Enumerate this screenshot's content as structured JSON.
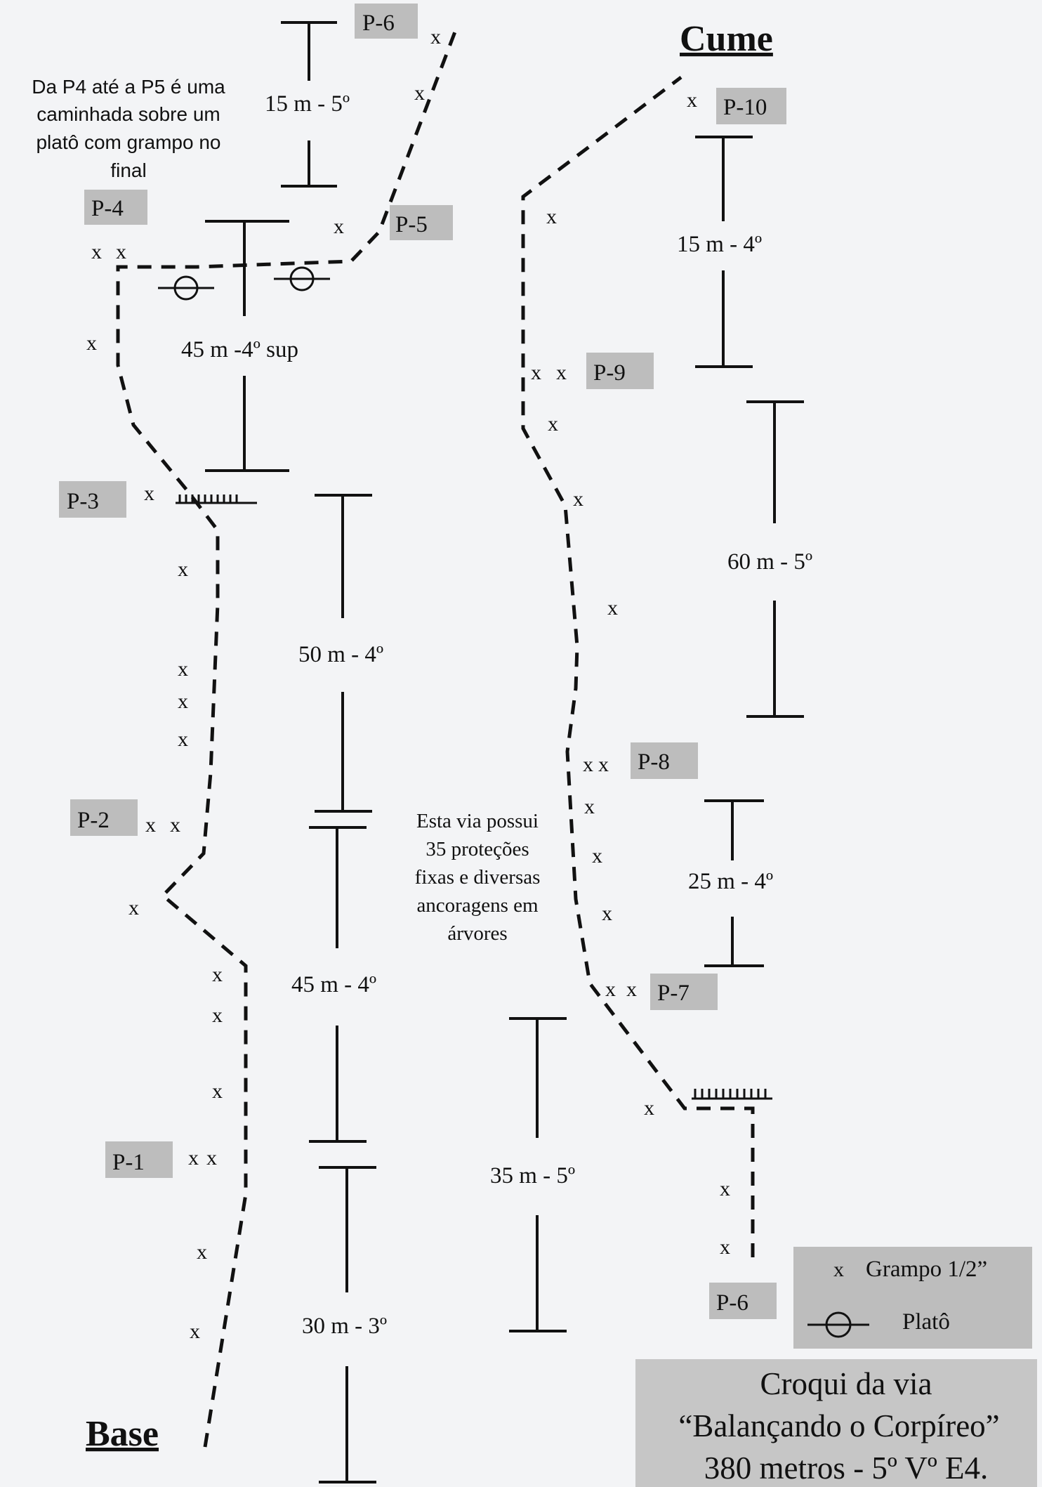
{
  "title_top": "Cume",
  "title_bottom": "Base",
  "anchors": {
    "p1": "P-1",
    "p2": "P-2",
    "p3": "P-3",
    "p4": "P-4",
    "p5": "P-5",
    "p6_top": "P-6",
    "p6_bottom": "P-6",
    "p7": "P-7",
    "p8": "P-8",
    "p9": "P-9",
    "p10": "P-10"
  },
  "pitches": {
    "p1": "30 m - 3º",
    "p2": "45 m - 4º",
    "p3": "50 m - 4º",
    "p4": "45 m -4º sup",
    "p5": "15 m - 5º",
    "p6": "35 m - 5º",
    "p7": "25 m - 4º",
    "p8": "60 m - 5º",
    "p9": "15 m - 4º"
  },
  "notes": {
    "plateau": [
      "Da P4 até a P5 é uma",
      "caminhada sobre um",
      "platô com grampo no",
      "final"
    ],
    "protection": [
      "Esta via possui",
      "35 proteções",
      "fixas e diversas",
      "ancoragens em",
      "árvores"
    ]
  },
  "legend": {
    "bolt_symbol": "x",
    "bolt_label": "Grampo 1/2”",
    "plateau_label": "Platô"
  },
  "caption": [
    "Croqui da via",
    "“Balançando o Corpíreo”",
    "380 metros - 5º Vº E4."
  ]
}
